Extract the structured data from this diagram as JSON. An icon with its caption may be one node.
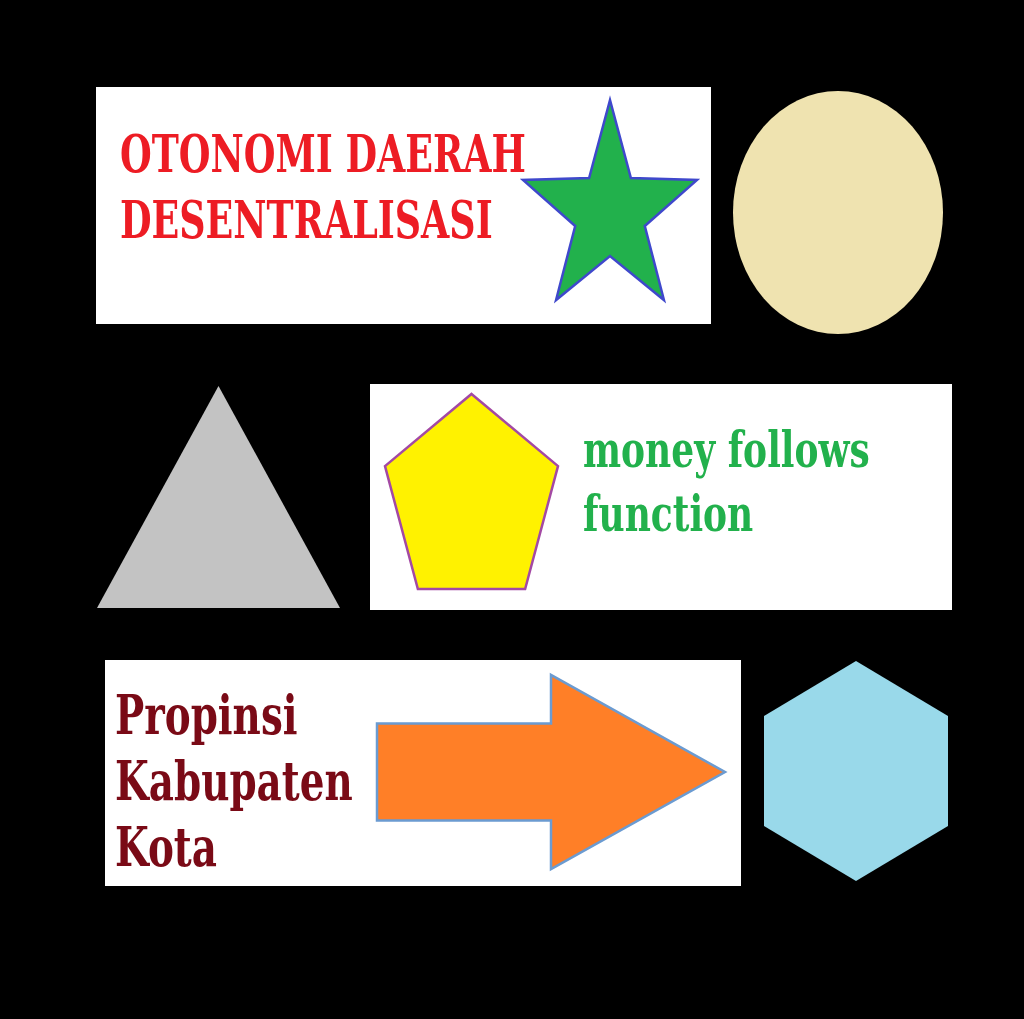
{
  "diagram": {
    "nodes": [
      {
        "text": [
          "OTONOMI DAERAH",
          "DESENTRALISASI"
        ]
      },
      {
        "text": [],
        "shape": "star",
        "in": 0
      },
      {
        "text": [],
        "shape": "ellipse"
      },
      {
        "text": [],
        "shape": "triangle"
      },
      {
        "text": [
          "money follows function"
        ]
      },
      {
        "text": [],
        "shape": "pentagon",
        "in": 4
      },
      {
        "text": [
          "Propinsi",
          "Kabupaten",
          "Kota"
        ]
      },
      {
        "text": [],
        "shape": "arrow",
        "in": 6
      },
      {
        "text": [],
        "shape": "hexagon"
      }
    ]
  }
}
